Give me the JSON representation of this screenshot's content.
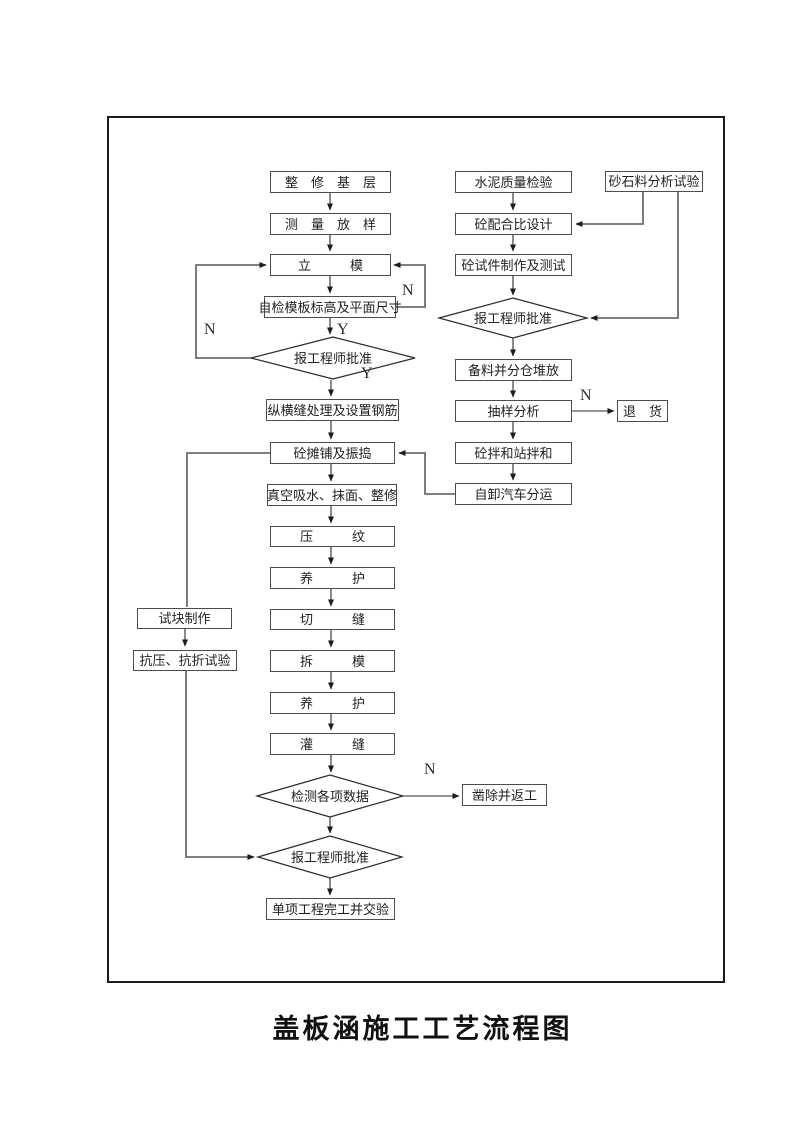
{
  "title": "盖板涵施工工艺流程图",
  "colors": {
    "flow_line": "#2b2b2b",
    "loop_line": "#6f6f6f",
    "box_border": "#4d4d4d",
    "text": "#1f1f1f"
  },
  "nodes": {
    "repair_base": {
      "label": "整　修　基　层"
    },
    "survey_layout": {
      "label": "测　量　放　样"
    },
    "erect_form": {
      "label": "立　　　模"
    },
    "self_check": {
      "label": "自检模板标高及平面尺寸"
    },
    "approve1": {
      "label": "报工程师批准"
    },
    "joint_rebar": {
      "label": "纵横缝处理及设置钢筋"
    },
    "paving": {
      "label": "砼摊铺及振捣"
    },
    "vacuum_finish": {
      "label": "真空吸水、抹面、整修"
    },
    "pressing": {
      "label": "压　　　纹"
    },
    "curing1": {
      "label": "养　　　护"
    },
    "cutting": {
      "label": "切　　　缝"
    },
    "strip_form": {
      "label": "拆　　　模"
    },
    "curing2": {
      "label": "养　　　护"
    },
    "grouting": {
      "label": "灌　　　缝"
    },
    "check_data": {
      "label": "检测各项数据"
    },
    "approve3": {
      "label": "报工程师批准"
    },
    "completion": {
      "label": "单项工程完工并交验"
    },
    "test_block": {
      "label": "试块制作"
    },
    "strength_test": {
      "label": "抗压、抗折试验"
    },
    "cement_check": {
      "label": "水泥质量检验"
    },
    "mix_design": {
      "label": "砼配合比设计"
    },
    "specimen_test": {
      "label": "砼试件制作及测试"
    },
    "approve2": {
      "label": "报工程师批准"
    },
    "stockpile": {
      "label": "备料并分仓堆放"
    },
    "sampling": {
      "label": "抽样分析"
    },
    "mixing_plant": {
      "label": "砼拌和站拌和"
    },
    "dump_truck": {
      "label": "自卸汽车分运"
    },
    "sand_test": {
      "label": "砂石料分析试验"
    },
    "return_goods": {
      "label": "退　货"
    },
    "rework": {
      "label": "凿除并返工"
    }
  },
  "decision_labels": {
    "y_top": "Y",
    "y_bottom": "Y",
    "n_form_loop": "N",
    "n_check_loop": "N",
    "n_sampling": "N",
    "n_data_check": "N"
  }
}
